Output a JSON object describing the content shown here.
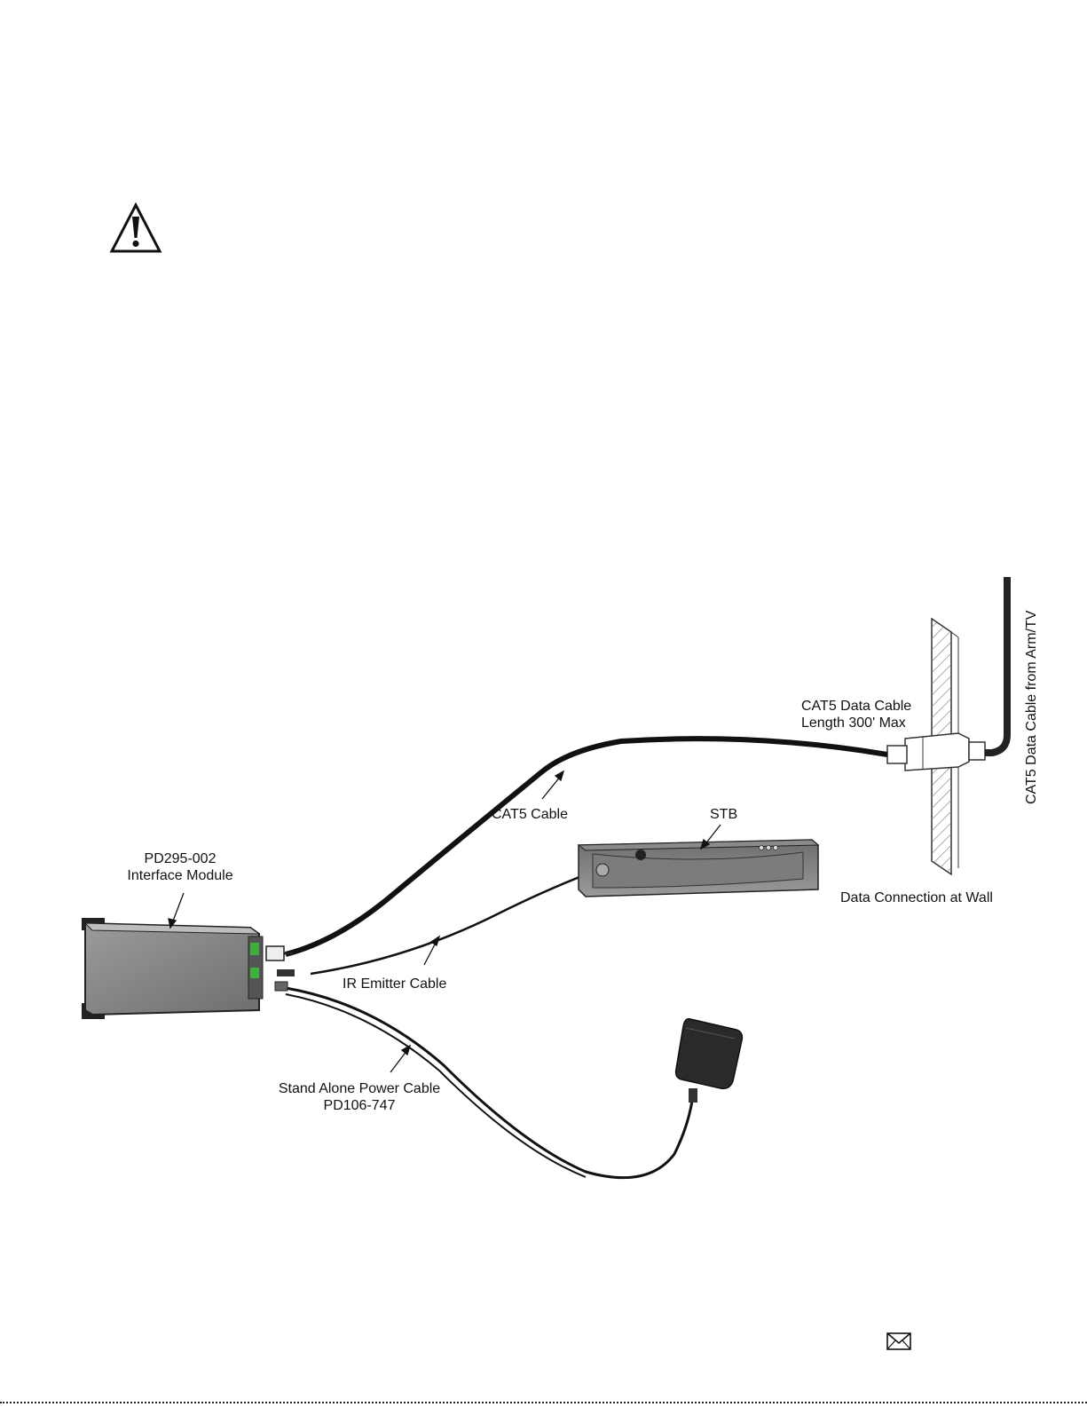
{
  "diagram": {
    "labels": {
      "cat5_data_cable_line1": "CAT5 Data Cable",
      "cat5_data_cable_line2": "Length 300' Max",
      "cat5_from_arm": "CAT5 Data Cable from Arm/TV",
      "cat5_cable": "CAT5 Cable",
      "stb": "STB",
      "interface_line1": "PD295-002",
      "interface_line2": "Interface Module",
      "data_connection": "Data Connection at Wall",
      "ir_emitter": "IR Emitter Cable",
      "power_line1": "Stand Alone Power Cable",
      "power_line2": "PD106-747"
    }
  },
  "icons": {
    "warning": "warning-triangle-icon",
    "envelope": "envelope-icon"
  }
}
